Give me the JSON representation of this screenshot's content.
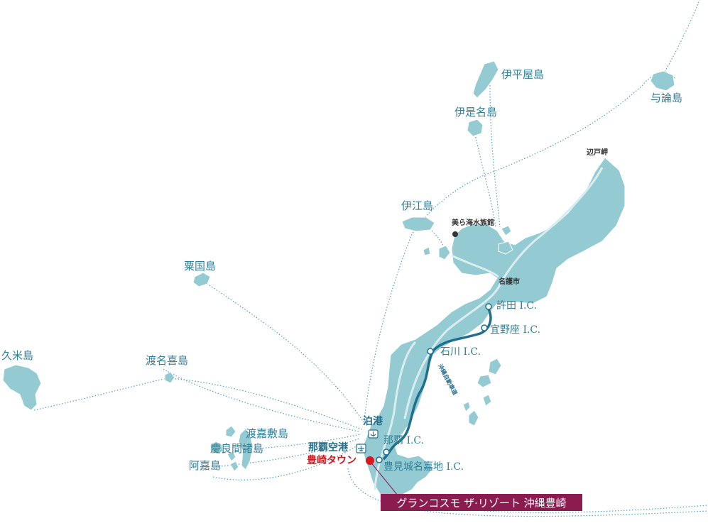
{
  "colors": {
    "land": "#94cbd3",
    "route": "#5aa0bb",
    "expressway": "#1f6f8f",
    "road": "#d9edf0",
    "label": "#2f7f97",
    "town_marker": "#d7191f",
    "resort_box": "#8a1c4f"
  },
  "islands": {
    "iheya": "伊平屋島",
    "izena": "伊是名島",
    "yoron": "与論島",
    "ie": "伊江島",
    "aguni": "粟国島",
    "kume": "久米島",
    "tonaki": "渡名喜島",
    "tokashiki": "渡嘉敷島",
    "kerama": "慶良間諸島",
    "aka": "阿嘉島"
  },
  "places": {
    "hedo": "辺戸岬",
    "aquarium": "美ら海水族館",
    "nago": "名護市"
  },
  "interchanges": {
    "kyoda": "許田 I.C.",
    "ginoza": "宜野座 I.C.",
    "ishikawa": "石川 I.C.",
    "naha": "那覇 I.C.",
    "tomigusuku": "豊見城名嘉地 I.C."
  },
  "expressway_name": "沖縄自動車道",
  "ports": {
    "tomari": "泊港",
    "airport": "那覇空港"
  },
  "icons": {
    "port": "anchor-port-icon",
    "airport": "airplane-icon"
  },
  "town": "豊崎タウン",
  "resort": "グランコスモ ザ·リゾート 沖縄豊崎"
}
